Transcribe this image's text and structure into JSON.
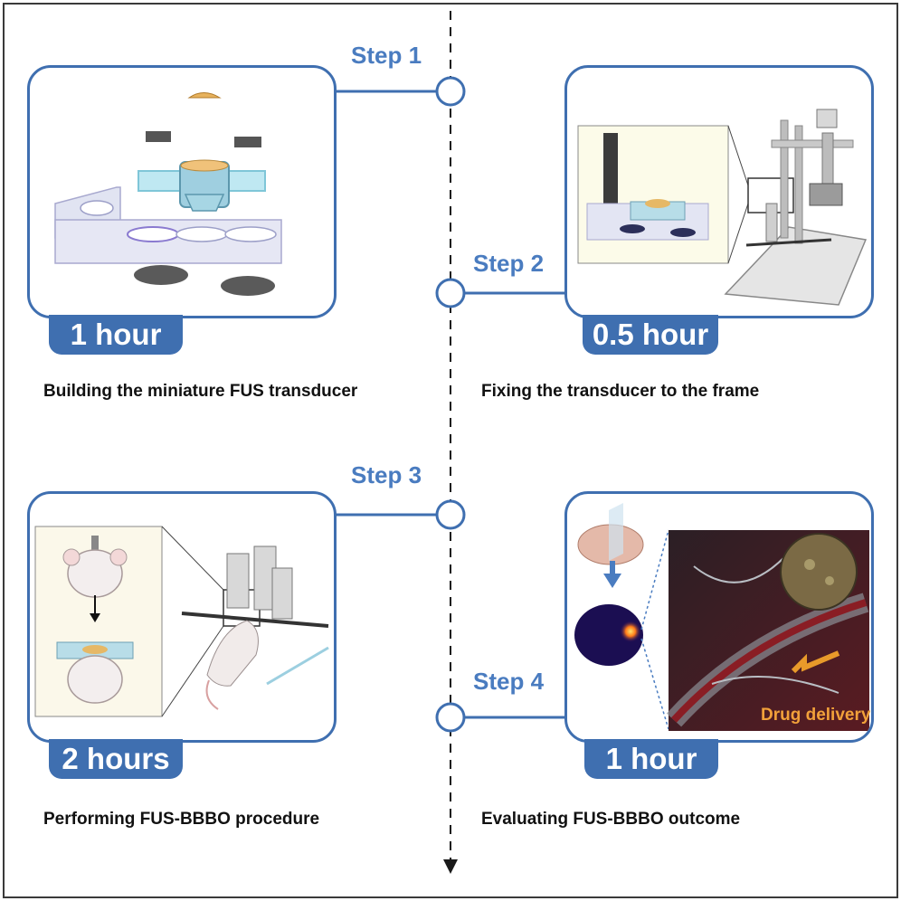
{
  "steps": [
    {
      "label": "Step 1",
      "time": "1 hour",
      "caption": "Building the miniature FUS transducer"
    },
    {
      "label": "Step 2",
      "time": "0.5 hour",
      "caption": "Fixing the transducer to the frame"
    },
    {
      "label": "Step 3",
      "time": "2 hours",
      "caption": "Performing FUS-BBBO procedure"
    },
    {
      "label": "Step 4",
      "time": "1 hour",
      "caption": "Evaluating FUS-BBBO outcome"
    }
  ],
  "panel4": {
    "drug_delivery": "Drug delivery"
  },
  "colors": {
    "accent": "#3f6fb0",
    "step_text": "#4a7cc0",
    "timeline": "#1a1a1a"
  }
}
